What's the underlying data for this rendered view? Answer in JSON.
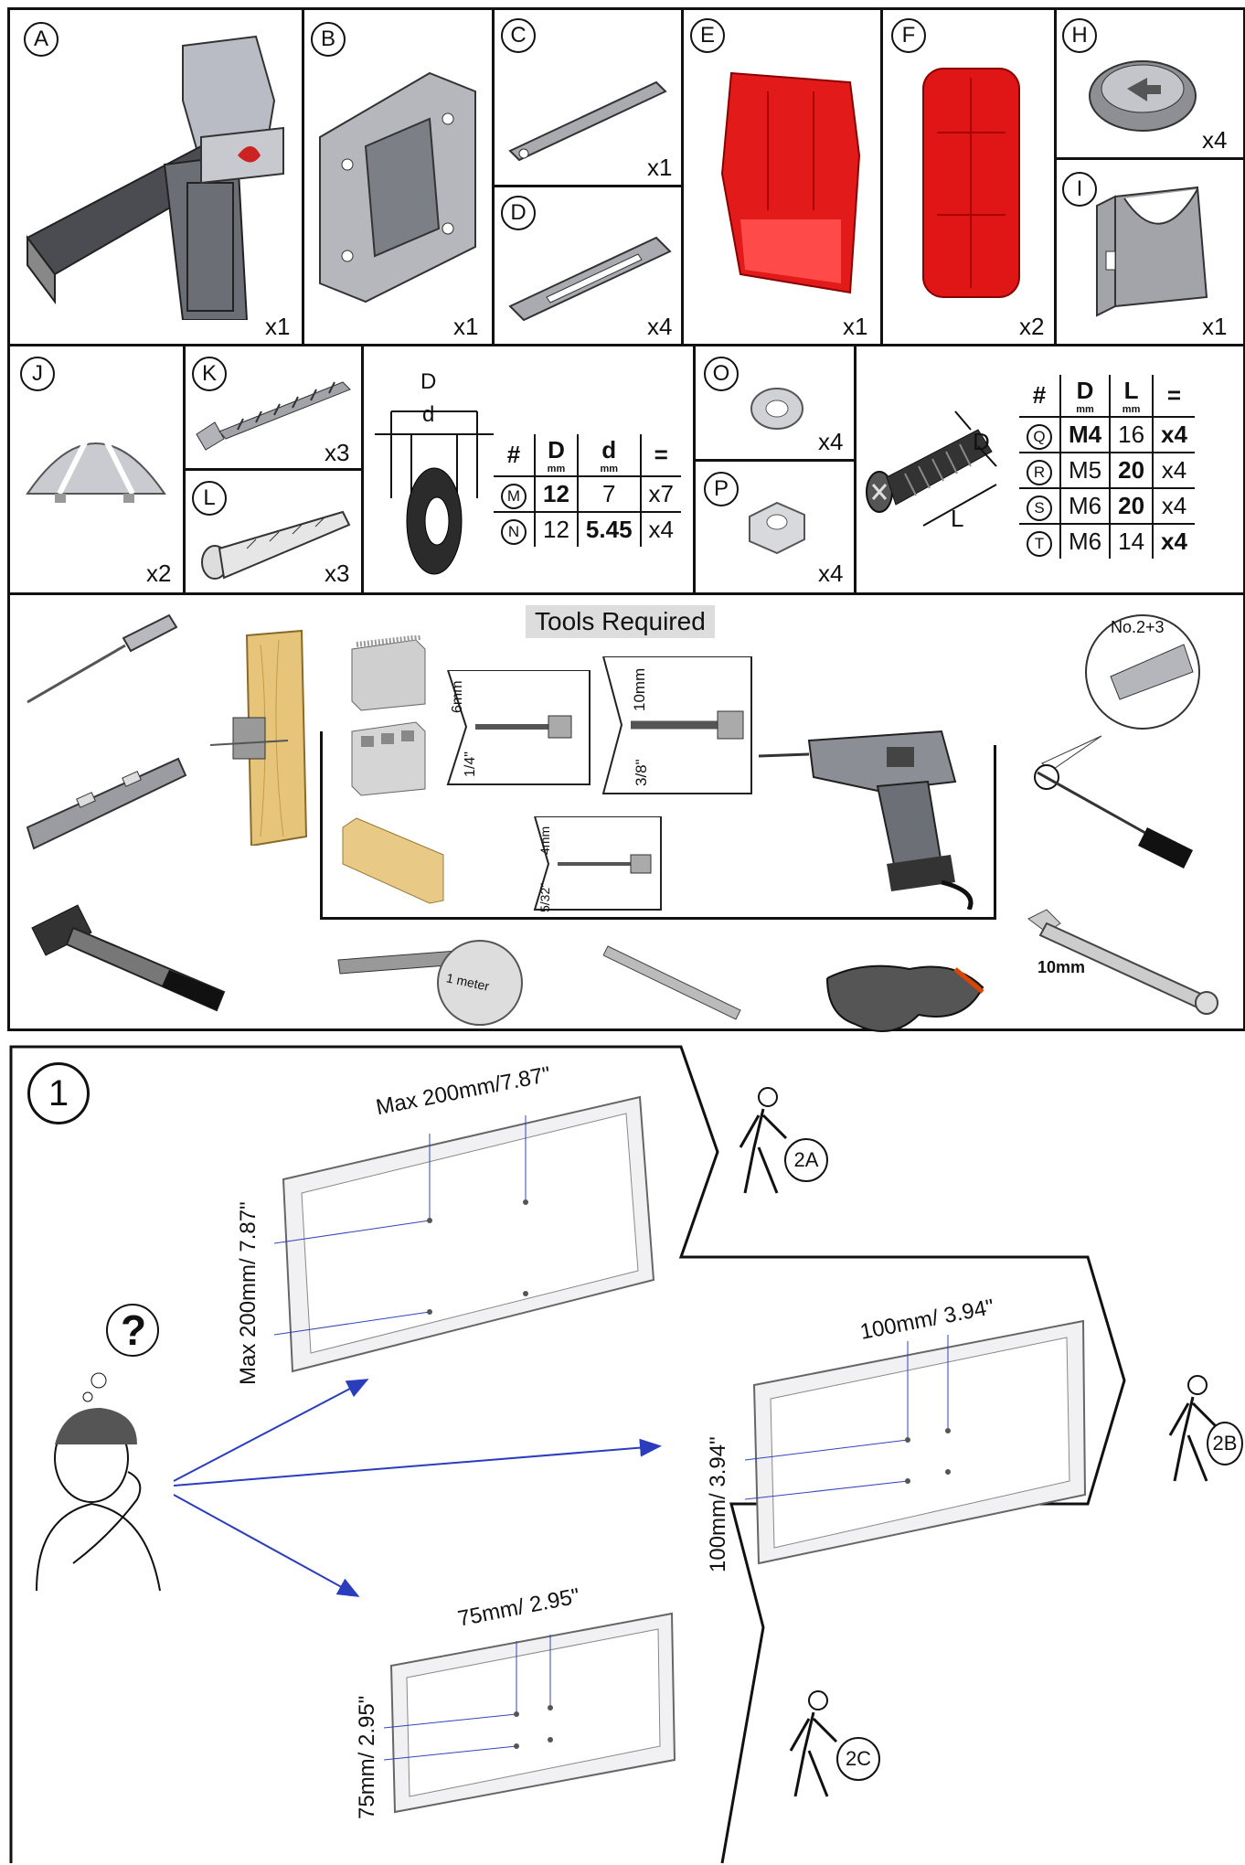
{
  "parts": {
    "A": {
      "letter": "A",
      "qty": "x1"
    },
    "B": {
      "letter": "B",
      "qty": "x1"
    },
    "C": {
      "letter": "C",
      "qty": "x1"
    },
    "D": {
      "letter": "D",
      "qty": "x4"
    },
    "E": {
      "letter": "E",
      "qty": "x1"
    },
    "F": {
      "letter": "F",
      "qty": "x2"
    },
    "H": {
      "letter": "H",
      "qty": "x4"
    },
    "I": {
      "letter": "I",
      "qty": "x1"
    },
    "J": {
      "letter": "J",
      "qty": "x2"
    },
    "K": {
      "letter": "K",
      "qty": "x3"
    },
    "L": {
      "letter": "L",
      "qty": "x3"
    },
    "O": {
      "letter": "O",
      "qty": "x4"
    },
    "P": {
      "letter": "P",
      "qty": "x4"
    }
  },
  "washer": {
    "dim_D": "D",
    "dim_d": "d",
    "headers": {
      "hash": "#",
      "D": "D",
      "d": "d",
      "eq": "=",
      "unit": "mm"
    },
    "rows": [
      {
        "letter": "M",
        "D": "12",
        "d": "7",
        "qty": "x7"
      },
      {
        "letter": "N",
        "D": "12",
        "d": "5.45",
        "qty": "x4"
      }
    ]
  },
  "screws": {
    "dim_D": "D",
    "dim_L": "L",
    "headers": {
      "hash": "#",
      "D": "D",
      "L": "L",
      "eq": "=",
      "unit": "mm"
    },
    "rows": [
      {
        "letter": "Q",
        "D": "M4",
        "L": "16",
        "qty": "x4"
      },
      {
        "letter": "R",
        "D": "M5",
        "L": "20",
        "qty": "x4"
      },
      {
        "letter": "S",
        "D": "M6",
        "L": "20",
        "qty": "x4"
      },
      {
        "letter": "T",
        "D": "M6",
        "L": "14",
        "qty": "x4"
      }
    ]
  },
  "tools": {
    "title": "Tools Required",
    "bit_1": {
      "metric": "6mm",
      "imperial": "1/4\""
    },
    "bit_2": {
      "metric": "10mm",
      "imperial": "3/8\""
    },
    "bit_3": {
      "metric": "4mm",
      "imperial": "5/32\""
    },
    "screwdriver_label": "No.2+3",
    "tape_label": "1 meter",
    "wrench_label": "10mm"
  },
  "step1": {
    "number": "1",
    "tv_large": {
      "width": "Max 200mm/7.87\"",
      "height": "Max 200mm/ 7.87\""
    },
    "tv_medium": {
      "width": "100mm/ 3.94\"",
      "height": "100mm/ 3.94\""
    },
    "tv_small": {
      "width": "75mm/ 2.95\"",
      "height": "75mm/ 2.95\""
    },
    "go_2a": "2A",
    "go_2b": "2B",
    "go_2c": "2C",
    "question": "?"
  }
}
